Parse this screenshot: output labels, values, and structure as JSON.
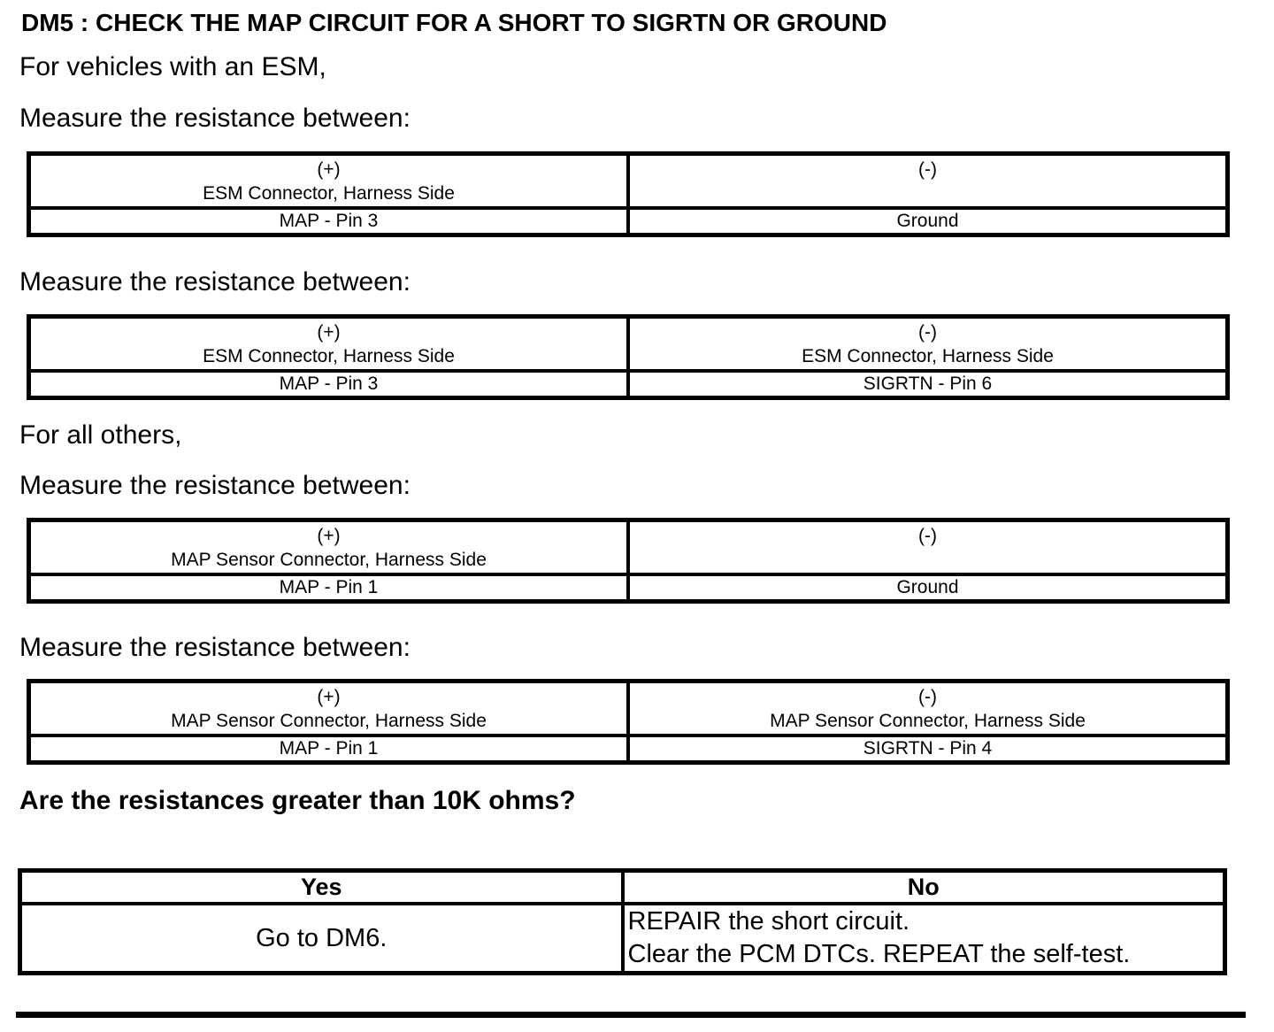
{
  "document": {
    "title": "DM5 : CHECK THE MAP CIRCUIT FOR A SHORT TO SIGRTN OR GROUND",
    "conditions": {
      "esm": "For vehicles with an ESM,",
      "others": "For all others,"
    },
    "measure_prompt": "Measure the resistance between:",
    "question": "Are the resistances greater than 10K ohms?"
  },
  "measurements": [
    {
      "plus_label": "(+)",
      "plus_connector": "ESM Connector, Harness Side",
      "minus_label": "(-)",
      "minus_connector": "",
      "plus_point": "MAP - Pin 3",
      "minus_point": "Ground"
    },
    {
      "plus_label": "(+)",
      "plus_connector": "ESM Connector, Harness Side",
      "minus_label": "(-)",
      "minus_connector": "ESM Connector, Harness Side",
      "plus_point": "MAP - Pin 3",
      "minus_point": "SIGRTN - Pin 6"
    },
    {
      "plus_label": "(+)",
      "plus_connector": "MAP Sensor Connector, Harness Side",
      "minus_label": "(-)",
      "minus_connector": "",
      "plus_point": "MAP - Pin 1",
      "minus_point": "Ground"
    },
    {
      "plus_label": "(+)",
      "plus_connector": "MAP Sensor Connector, Harness Side",
      "minus_label": "(-)",
      "minus_connector": "MAP Sensor Connector, Harness Side",
      "plus_point": "MAP - Pin 1",
      "minus_point": "SIGRTN - Pin 4"
    }
  ],
  "decision": {
    "yes_header": "Yes",
    "no_header": "No",
    "yes_action": "Go to DM6.",
    "no_action_lines": [
      "REPAIR the short circuit.",
      "Clear the PCM DTCs. REPEAT the self-test."
    ]
  },
  "colors": {
    "text": "#000000",
    "background": "#ffffff",
    "border": "#000000"
  }
}
